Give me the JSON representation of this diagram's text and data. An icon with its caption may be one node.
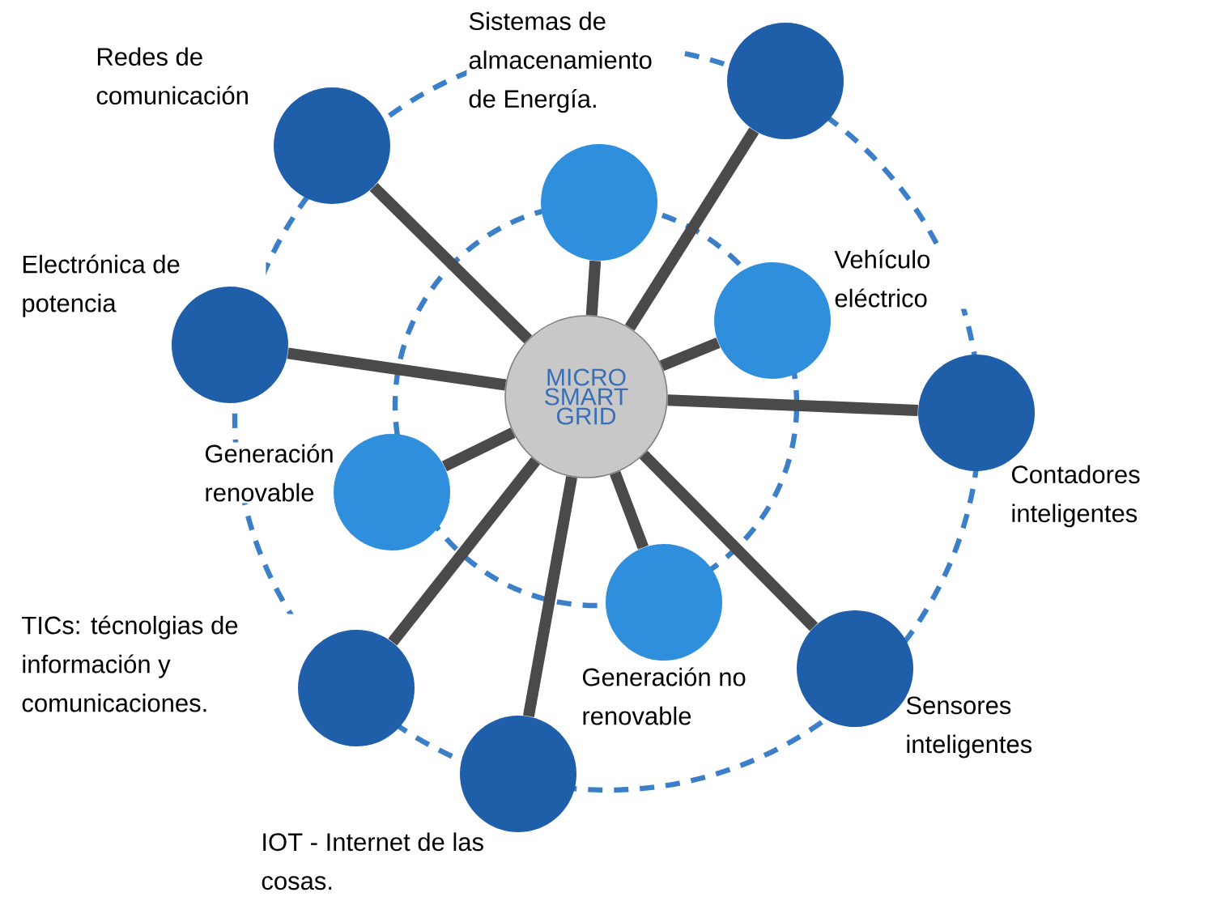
{
  "diagram": {
    "nodes": [
      {
        "text": [
          "MICRO SMART GRID"
        ]
      },
      {
        "text": [],
        "shape": "circle",
        "beside": [
          "Redes de comunicación"
        ]
      },
      {
        "text": [],
        "shape": "circle",
        "beside": [
          "Sistemas de almacenamiento de Energía."
        ]
      },
      {
        "text": [],
        "shape": "circle"
      },
      {
        "text": [],
        "shape": "circle",
        "beside": [
          "Vehículo eléctrico"
        ]
      },
      {
        "text": [],
        "shape": "circle",
        "beside": [
          "Electrónica de potencia"
        ]
      },
      {
        "text": [],
        "shape": "circle",
        "beside": [
          "Contadores inteligentes"
        ]
      },
      {
        "text": [],
        "shape": "circle",
        "beside": [
          "Generación renovable"
        ]
      },
      {
        "text": [],
        "shape": "circle",
        "beside": [
          "Generación no renovable"
        ]
      },
      {
        "text": [],
        "shape": "circle",
        "beside": [
          "TICs: técnolgias de información y comunicaciones."
        ]
      },
      {
        "text": [],
        "shape": "circle",
        "beside": [
          "Sensores inteligentes"
        ]
      },
      {
        "text": [],
        "shape": "circle",
        "beside": [
          "IOT - Internet de las cosas."
        ]
      }
    ],
    "edges": [
      {
        "from": 0,
        "to": 1,
        "arrow": "none"
      },
      {
        "from": 0,
        "to": 2,
        "arrow": "none"
      },
      {
        "from": 0,
        "to": 3,
        "arrow": "none"
      },
      {
        "from": 0,
        "to": 4,
        "arrow": "none"
      },
      {
        "from": 0,
        "to": 5,
        "arrow": "none"
      },
      {
        "from": 0,
        "to": 6,
        "arrow": "none"
      },
      {
        "from": 0,
        "to": 7,
        "arrow": "none"
      },
      {
        "from": 0,
        "to": 8,
        "arrow": "none"
      },
      {
        "from": 0,
        "to": 9,
        "arrow": "none"
      },
      {
        "from": 0,
        "to": 10,
        "arrow": "none"
      },
      {
        "from": 0,
        "to": 11,
        "arrow": "none"
      }
    ]
  }
}
